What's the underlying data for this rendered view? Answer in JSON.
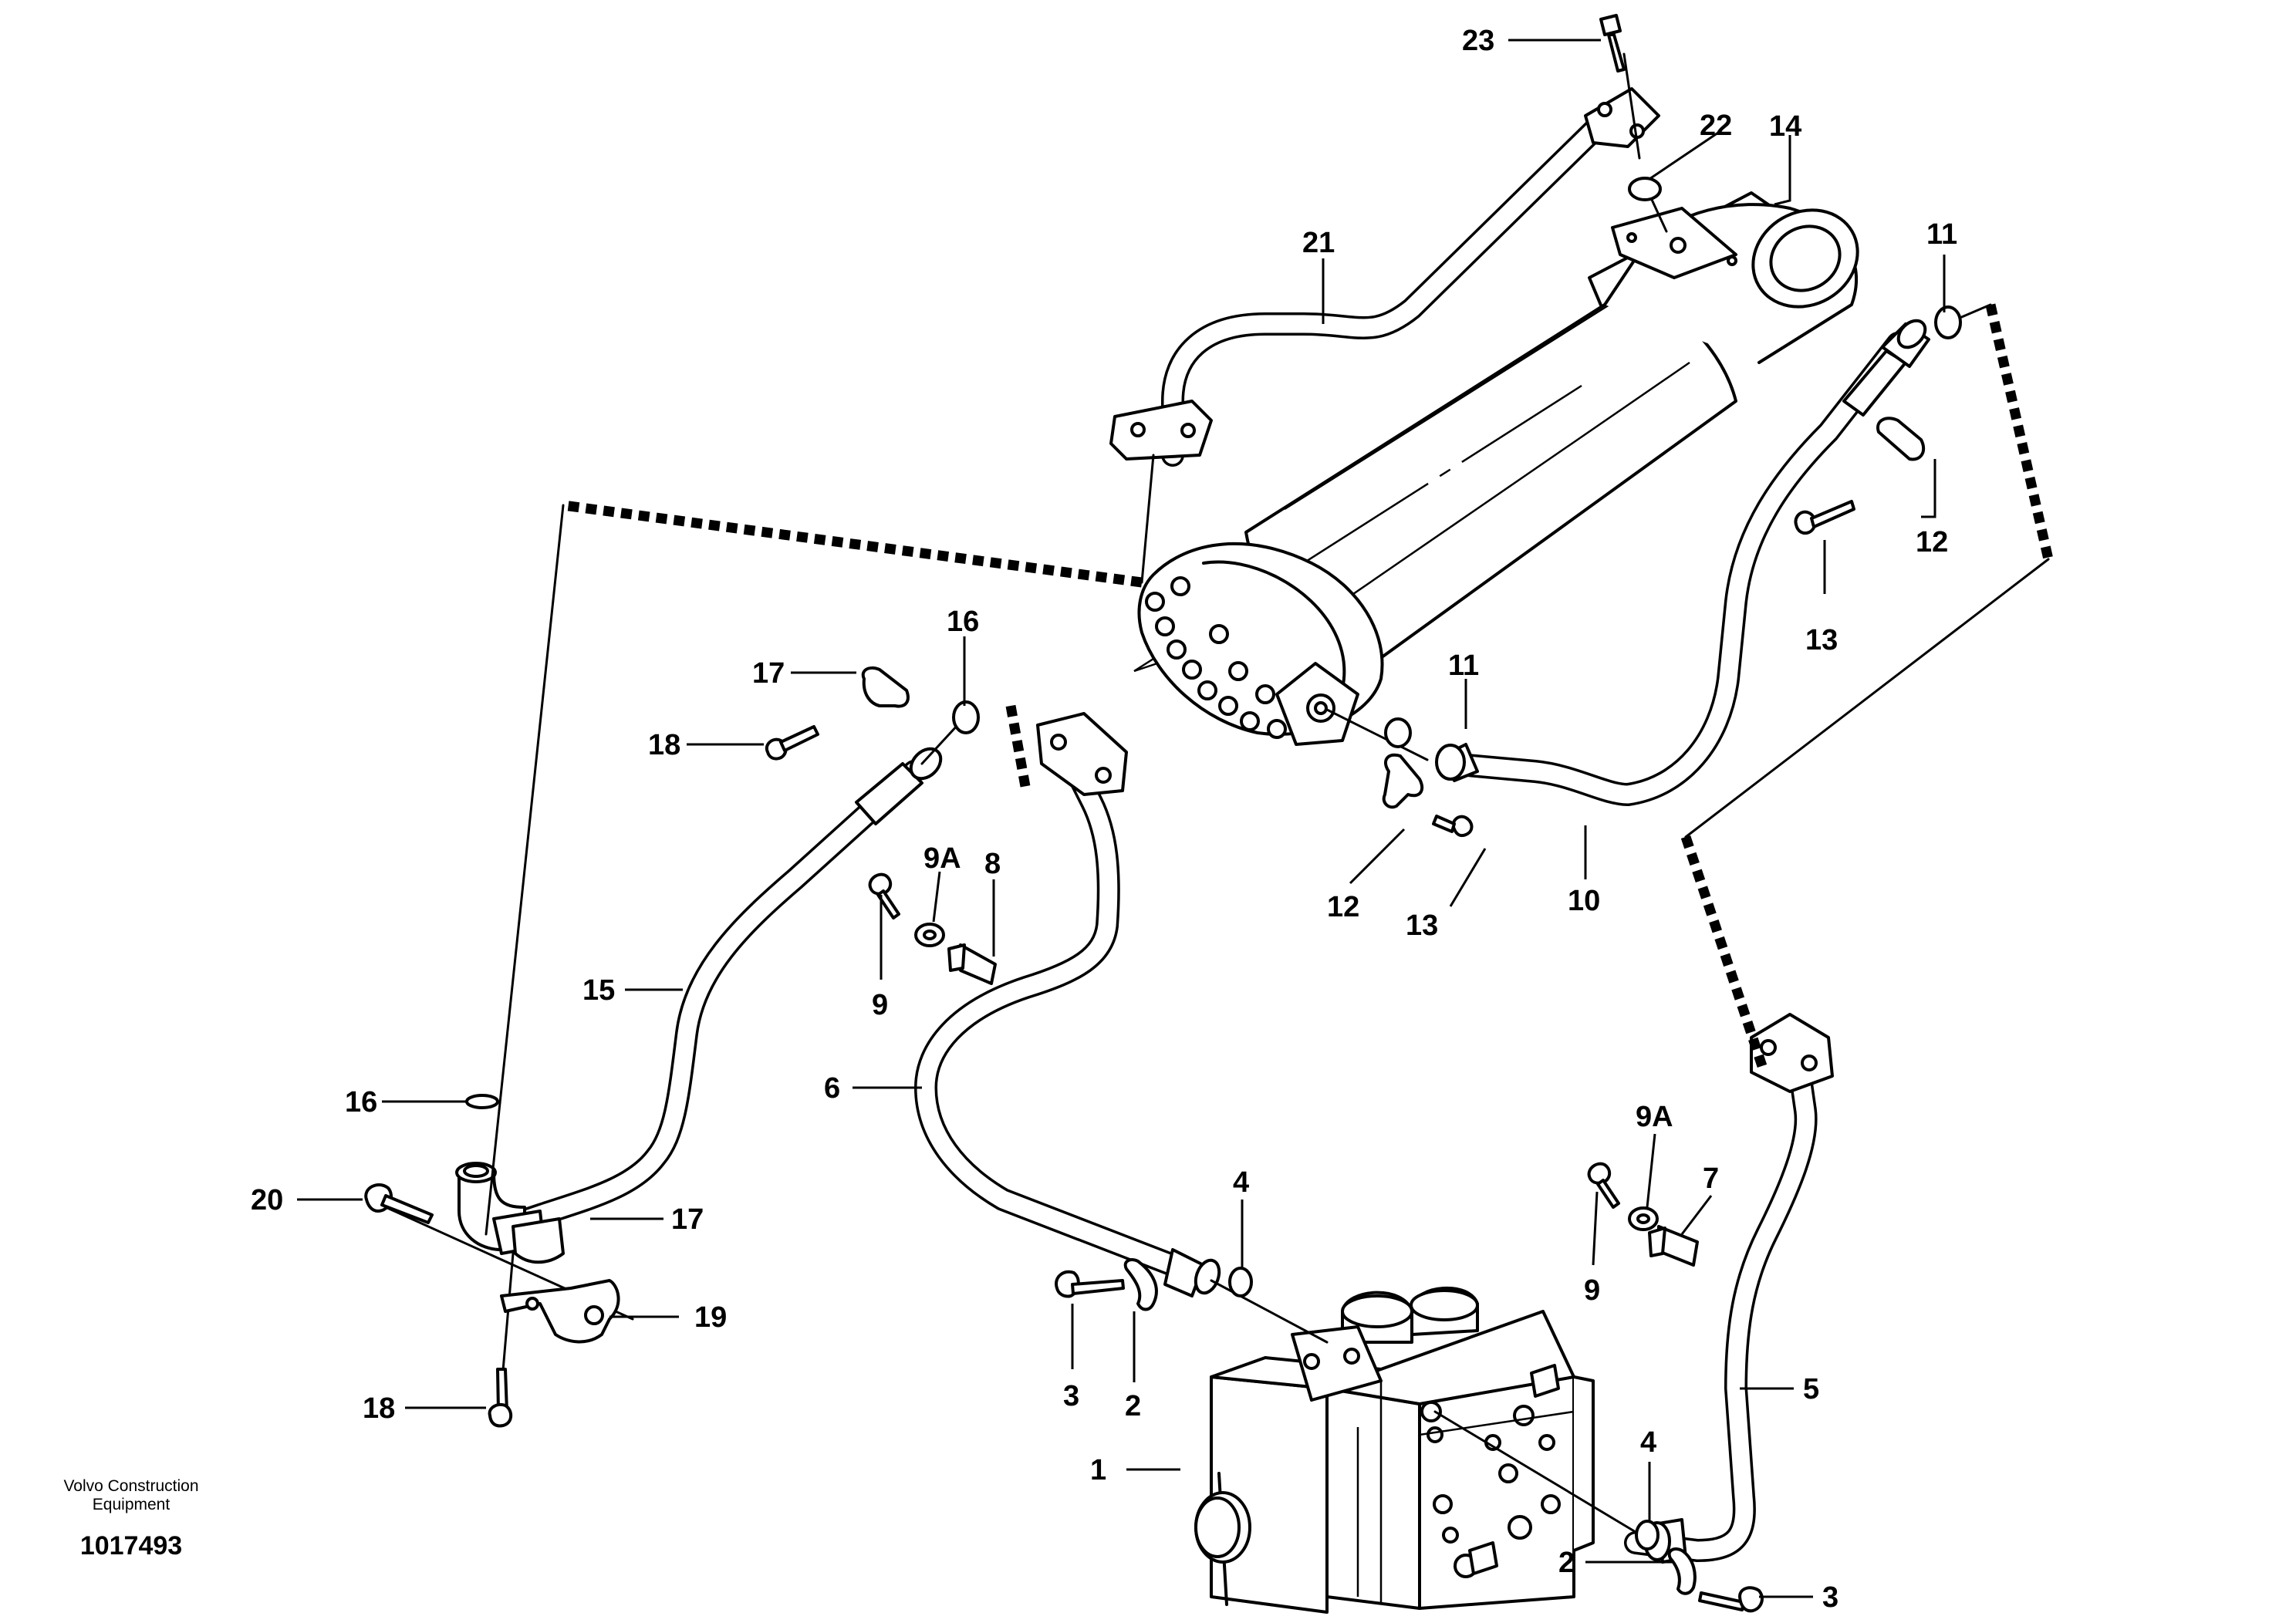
{
  "diagram": {
    "callouts": [
      {
        "id": "c1",
        "text": "1"
      },
      {
        "id": "c2a",
        "text": "2"
      },
      {
        "id": "c2b",
        "text": "2"
      },
      {
        "id": "c3a",
        "text": "3"
      },
      {
        "id": "c3b",
        "text": "3"
      },
      {
        "id": "c4a",
        "text": "4"
      },
      {
        "id": "c4b",
        "text": "4"
      },
      {
        "id": "c5",
        "text": "5"
      },
      {
        "id": "c6",
        "text": "6"
      },
      {
        "id": "c7",
        "text": "7"
      },
      {
        "id": "c8",
        "text": "8"
      },
      {
        "id": "c9a",
        "text": "9"
      },
      {
        "id": "c9b",
        "text": "9"
      },
      {
        "id": "c9Aa",
        "text": "9A"
      },
      {
        "id": "c9Ab",
        "text": "9A"
      },
      {
        "id": "c10",
        "text": "10"
      },
      {
        "id": "c11a",
        "text": "11"
      },
      {
        "id": "c11b",
        "text": "11"
      },
      {
        "id": "c12a",
        "text": "12"
      },
      {
        "id": "c12b",
        "text": "12"
      },
      {
        "id": "c13a",
        "text": "13"
      },
      {
        "id": "c13b",
        "text": "13"
      },
      {
        "id": "c14",
        "text": "14"
      },
      {
        "id": "c15",
        "text": "15"
      },
      {
        "id": "c16a",
        "text": "16"
      },
      {
        "id": "c16b",
        "text": "16"
      },
      {
        "id": "c17a",
        "text": "17"
      },
      {
        "id": "c17b",
        "text": "17"
      },
      {
        "id": "c18a",
        "text": "18"
      },
      {
        "id": "c18b",
        "text": "18"
      },
      {
        "id": "c19",
        "text": "19"
      },
      {
        "id": "c20",
        "text": "20"
      },
      {
        "id": "c21",
        "text": "21"
      },
      {
        "id": "c22",
        "text": "22"
      },
      {
        "id": "c23",
        "text": "23"
      }
    ]
  },
  "footer": {
    "brand_line1": "Volvo Construction",
    "brand_line2": "Equipment",
    "doc_number": "1017493"
  }
}
